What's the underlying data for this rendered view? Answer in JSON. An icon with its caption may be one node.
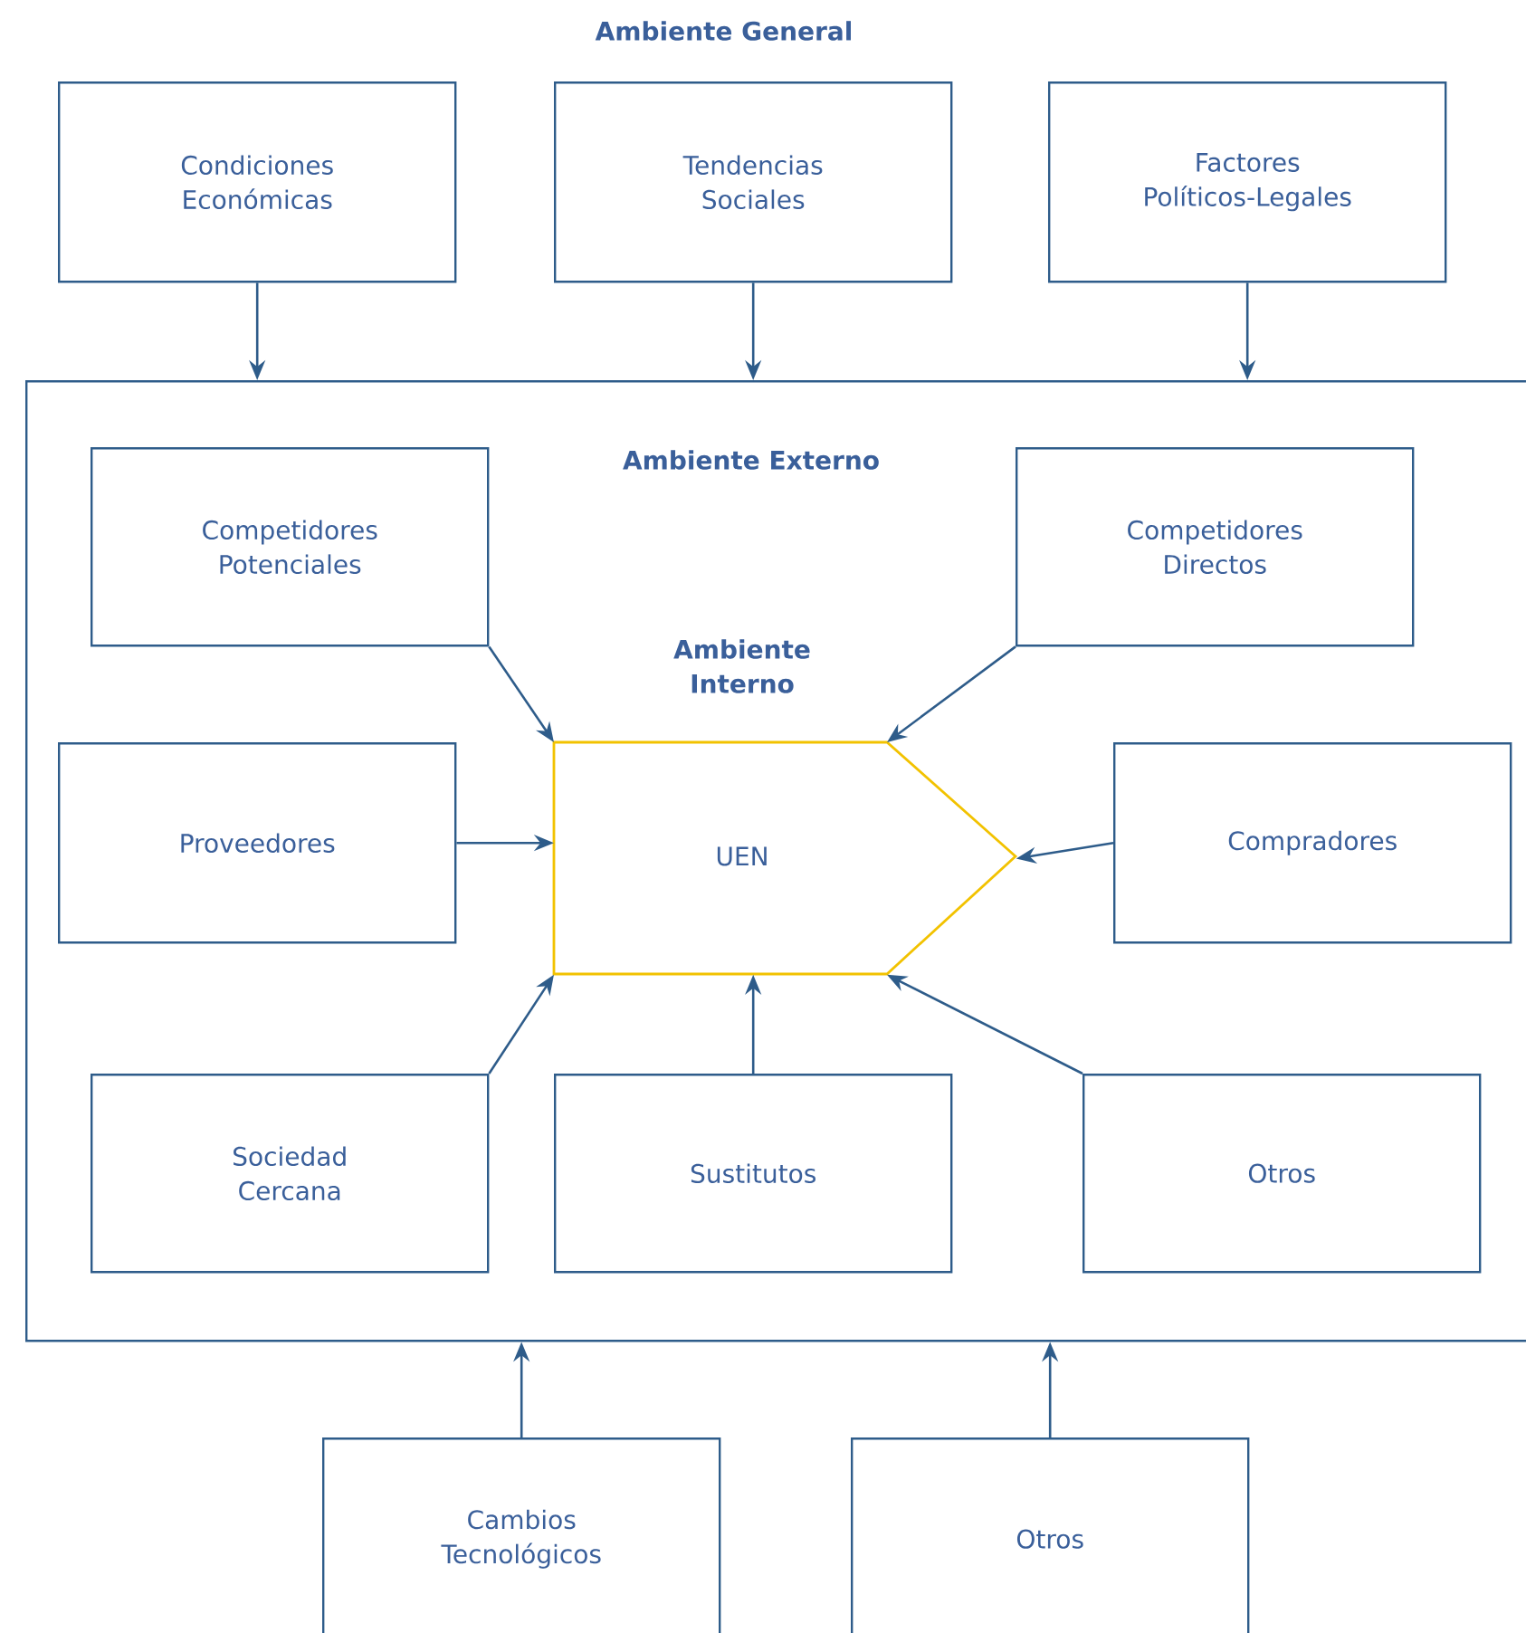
{
  "diagram": {
    "title": "Ambiente General",
    "nodes": [
      {
        "text": [
          "Condiciones Económicas"
        ]
      },
      {
        "text": [
          "Tendencias Sociales"
        ]
      },
      {
        "text": [
          "Factores Políticos-Legales"
        ]
      },
      {
        "text": [
          "Ambiente Externo"
        ]
      },
      {
        "text": [
          "Competidores Potenciales"
        ],
        "in": 3
      },
      {
        "text": [
          "Competidores Directos"
        ],
        "in": 3
      },
      {
        "text": [
          "Ambiente Interno",
          "UEN"
        ],
        "in": 3
      },
      {
        "text": [
          "Proveedores"
        ],
        "in": 3
      },
      {
        "text": [
          "Compradores"
        ],
        "in": 3
      },
      {
        "text": [
          "Sociedad Cercana"
        ],
        "in": 3
      },
      {
        "text": [
          "Sustitutos"
        ],
        "in": 3
      },
      {
        "text": [
          "Otros"
        ],
        "in": 3
      },
      {
        "text": [
          "Cambios Tecnológicos"
        ]
      },
      {
        "text": [
          "Otros"
        ]
      }
    ],
    "edges": [
      {
        "from": 0,
        "to": 3,
        "arrow": "to"
      },
      {
        "from": 1,
        "to": 3,
        "arrow": "to"
      },
      {
        "from": 2,
        "to": 3,
        "arrow": "to"
      },
      {
        "from": 4,
        "to": 6,
        "arrow": "to"
      },
      {
        "from": 5,
        "to": 6,
        "arrow": "to"
      },
      {
        "from": 7,
        "to": 6,
        "arrow": "to"
      },
      {
        "from": 8,
        "to": 6,
        "arrow": "to"
      },
      {
        "from": 9,
        "to": 6,
        "arrow": "to"
      },
      {
        "from": 10,
        "to": 6,
        "arrow": "to"
      },
      {
        "from": 11,
        "to": 6,
        "arrow": "to"
      },
      {
        "from": 12,
        "to": 3,
        "arrow": "to"
      },
      {
        "from": 13,
        "to": 3,
        "arrow": "to"
      }
    ]
  }
}
